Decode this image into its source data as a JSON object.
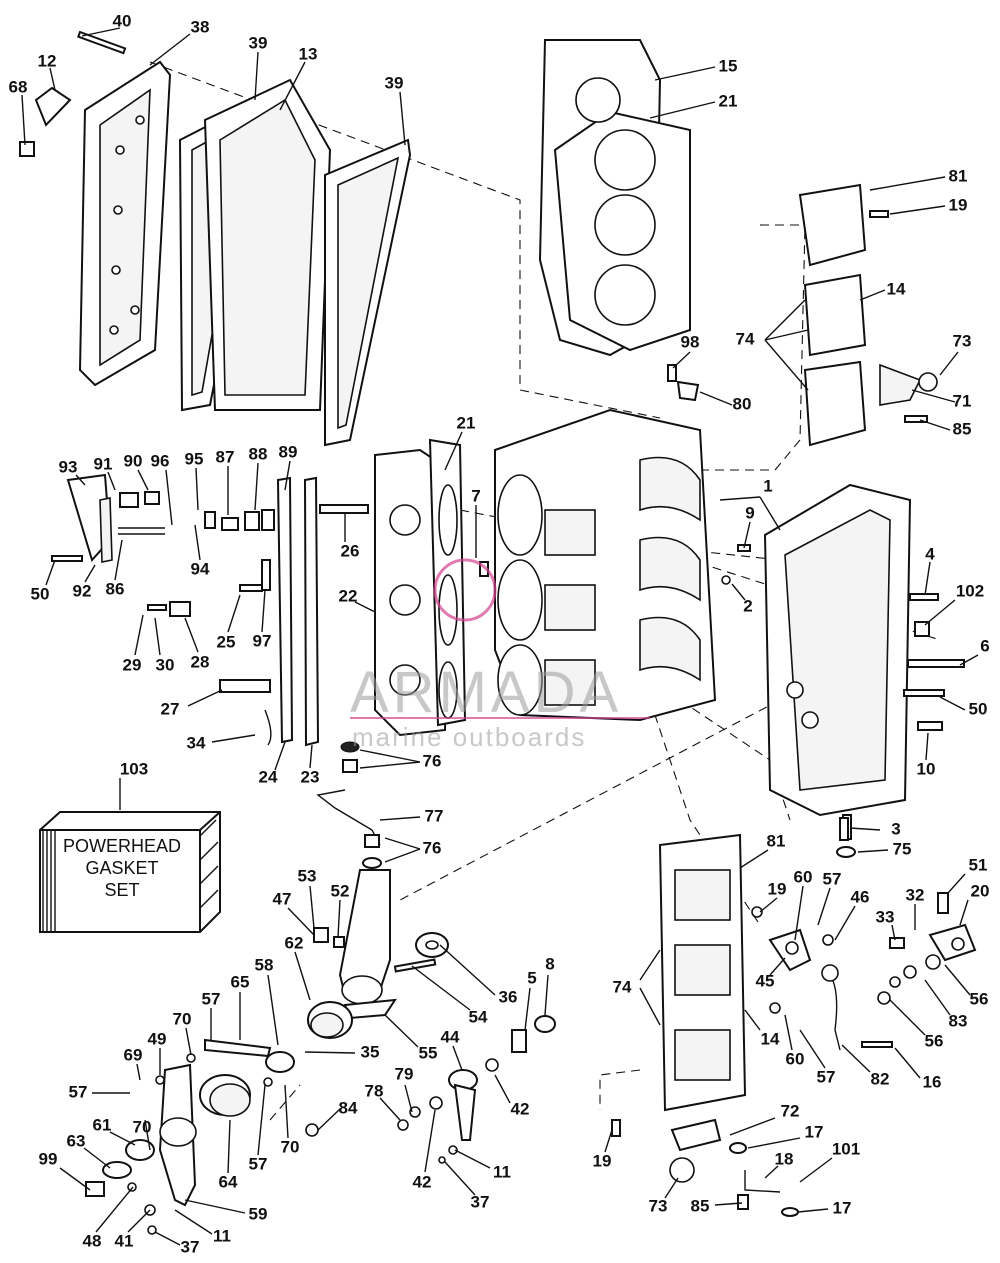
{
  "kit_box": {
    "line1": "POWERHEAD",
    "line2": "GASKET",
    "line3": "SET"
  },
  "watermark": {
    "brand": "ARMADA",
    "tagline": "marine outboards",
    "accent_color": "#d4418e"
  },
  "callouts": [
    "40",
    "38",
    "39",
    "13",
    "12",
    "68",
    "39",
    "15",
    "21",
    "81",
    "19",
    "14",
    "74",
    "73",
    "71",
    "85",
    "98",
    "80",
    "21",
    "7",
    "1",
    "9",
    "2",
    "4",
    "102",
    "6",
    "50",
    "10",
    "93",
    "91",
    "90",
    "96",
    "95",
    "87",
    "88",
    "89",
    "50",
    "92",
    "86",
    "94",
    "26",
    "22",
    "25",
    "97",
    "29",
    "30",
    "28",
    "27",
    "34",
    "24",
    "23",
    "76",
    "77",
    "76",
    "103",
    "3",
    "75",
    "81",
    "19",
    "60",
    "57",
    "46",
    "51",
    "32",
    "20",
    "33",
    "56",
    "83",
    "56",
    "53",
    "52",
    "47",
    "62",
    "58",
    "36",
    "54",
    "55",
    "65",
    "57",
    "70",
    "49",
    "69",
    "57",
    "70",
    "61",
    "63",
    "99",
    "48",
    "41",
    "37",
    "11",
    "59",
    "64",
    "57",
    "70",
    "35",
    "84",
    "78",
    "79",
    "44",
    "42",
    "5",
    "8",
    "42",
    "11",
    "37",
    "74",
    "14",
    "60",
    "57",
    "82",
    "16",
    "19",
    "72",
    "17",
    "73",
    "18",
    "101",
    "85",
    "17",
    "45"
  ]
}
